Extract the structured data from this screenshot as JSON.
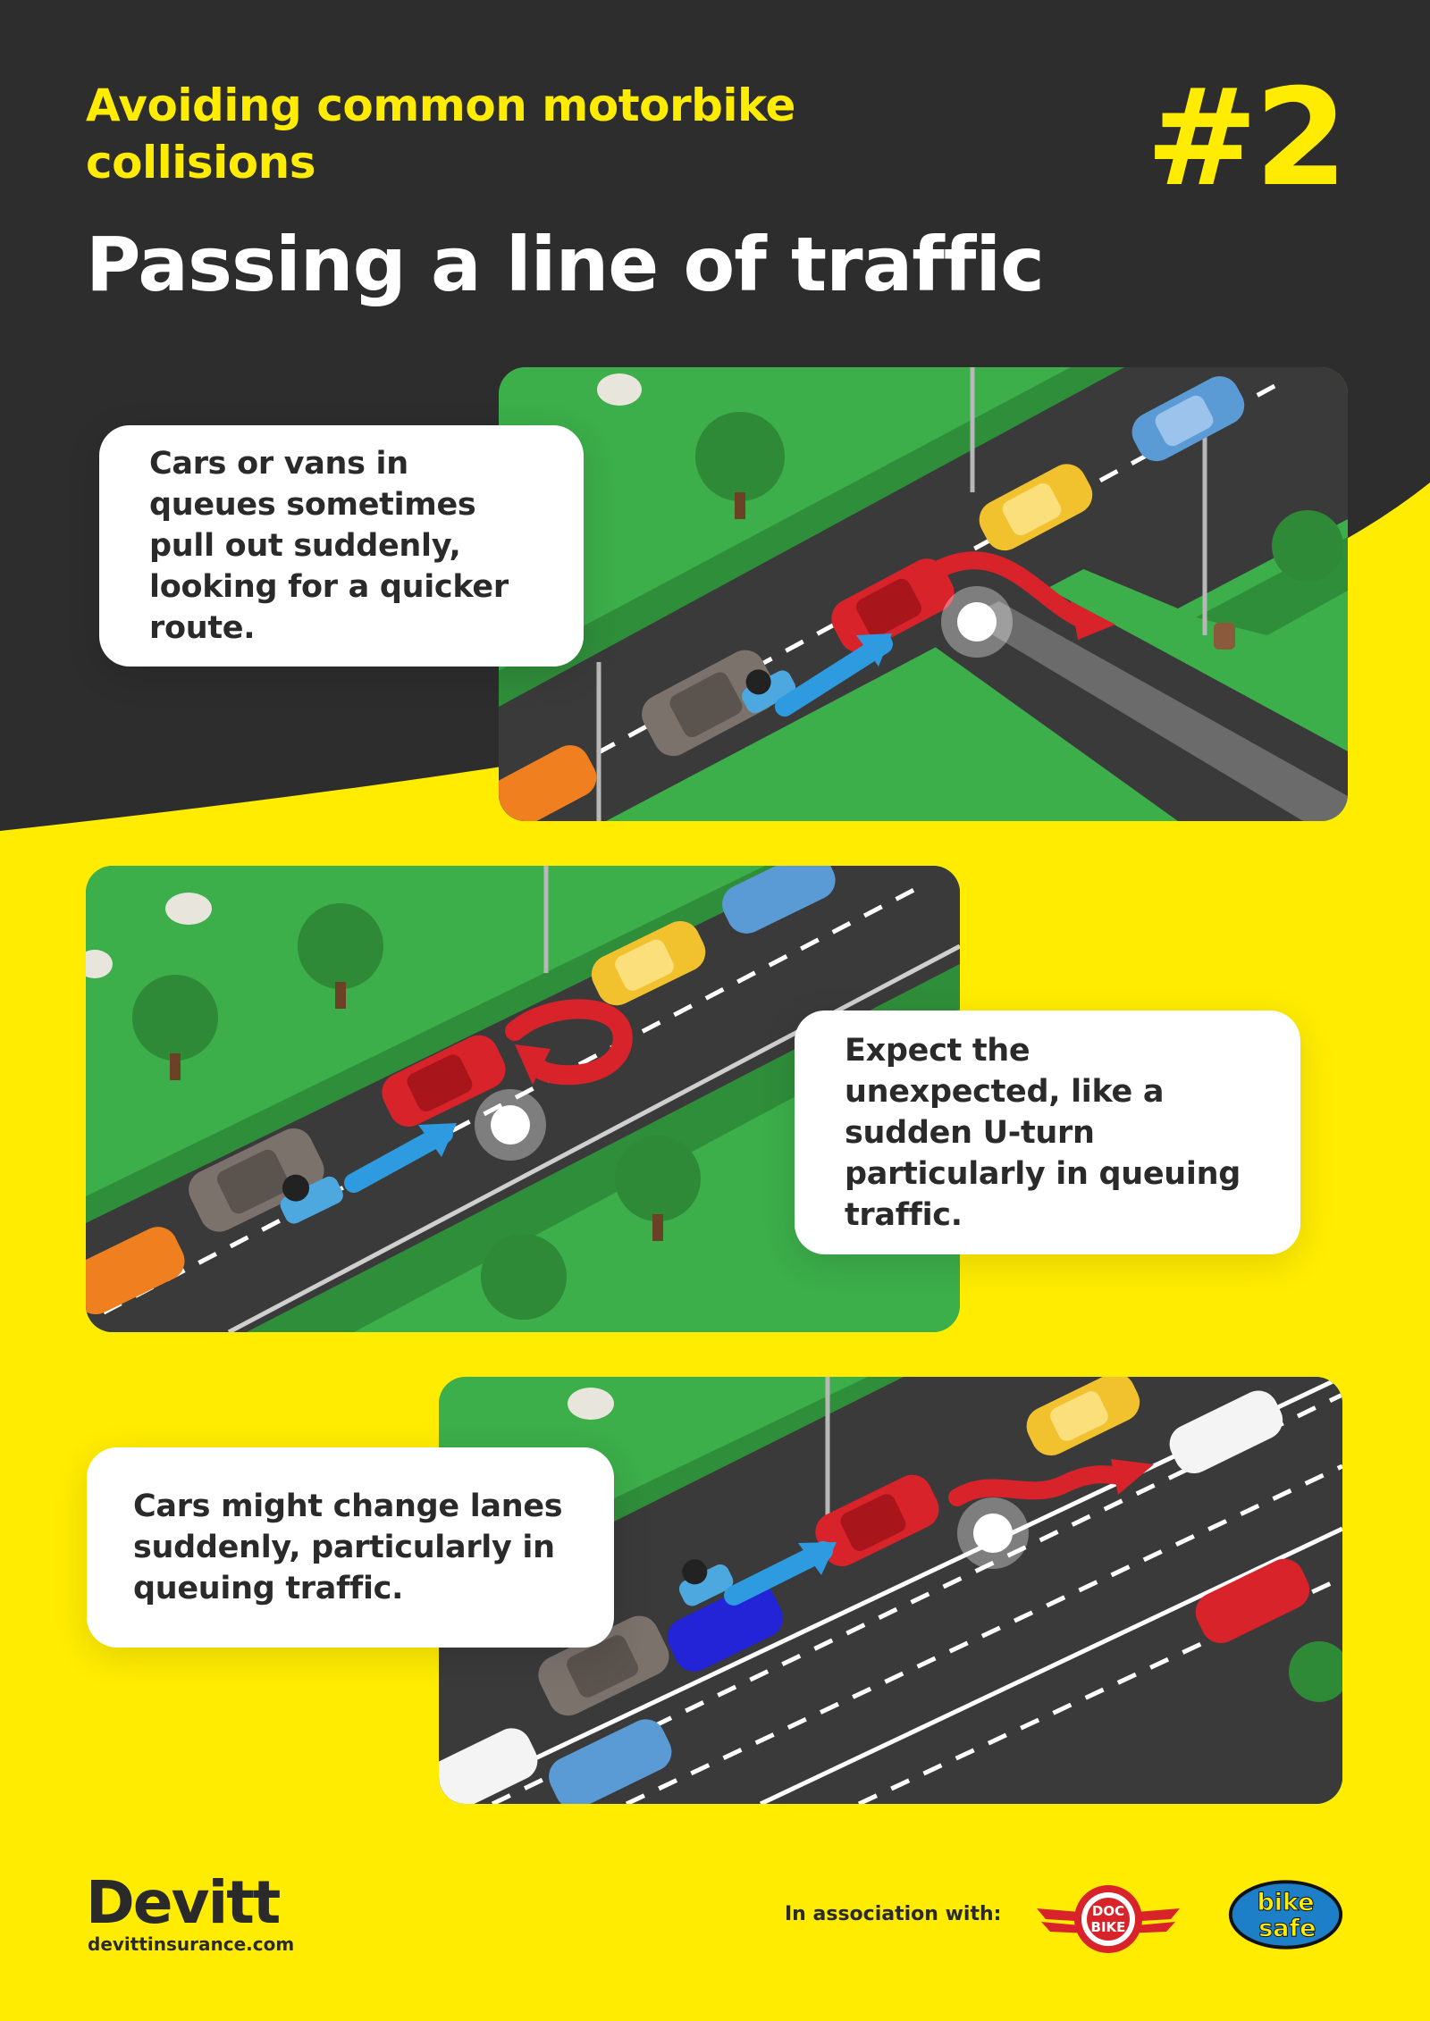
{
  "header": {
    "subtitle": "Avoiding common motorbike collisions",
    "number": "#2",
    "title": "Passing a line of traffic"
  },
  "scenarios": [
    {
      "text": "Cars or vans in queues sometimes pull out suddenly, looking for a quicker route.",
      "hazard": "pull-out-to-side-road"
    },
    {
      "text": "Expect the unexpected, like a sudden U-turn particularly in queuing traffic.",
      "hazard": "u-turn"
    },
    {
      "text": "Cars might change lanes suddenly, particularly in queuing traffic.",
      "hazard": "lane-change"
    }
  ],
  "footer": {
    "brand": "Devitt",
    "url": "devittinsurance.com",
    "association_label": "In association with:",
    "partners": [
      {
        "name": "DOC BIKE",
        "line1": "DOC",
        "line2": "BIKE"
      },
      {
        "name": "bike safe",
        "line1": "bike",
        "line2": "safe"
      }
    ]
  },
  "colors": {
    "background_yellow": "#ffec00",
    "header_dark": "#2d2d2d",
    "grass": "#3cae4a",
    "road": "#3a3a3a",
    "hazard_arrow": "#d8232a",
    "rider_arrow": "#2e9be0"
  }
}
